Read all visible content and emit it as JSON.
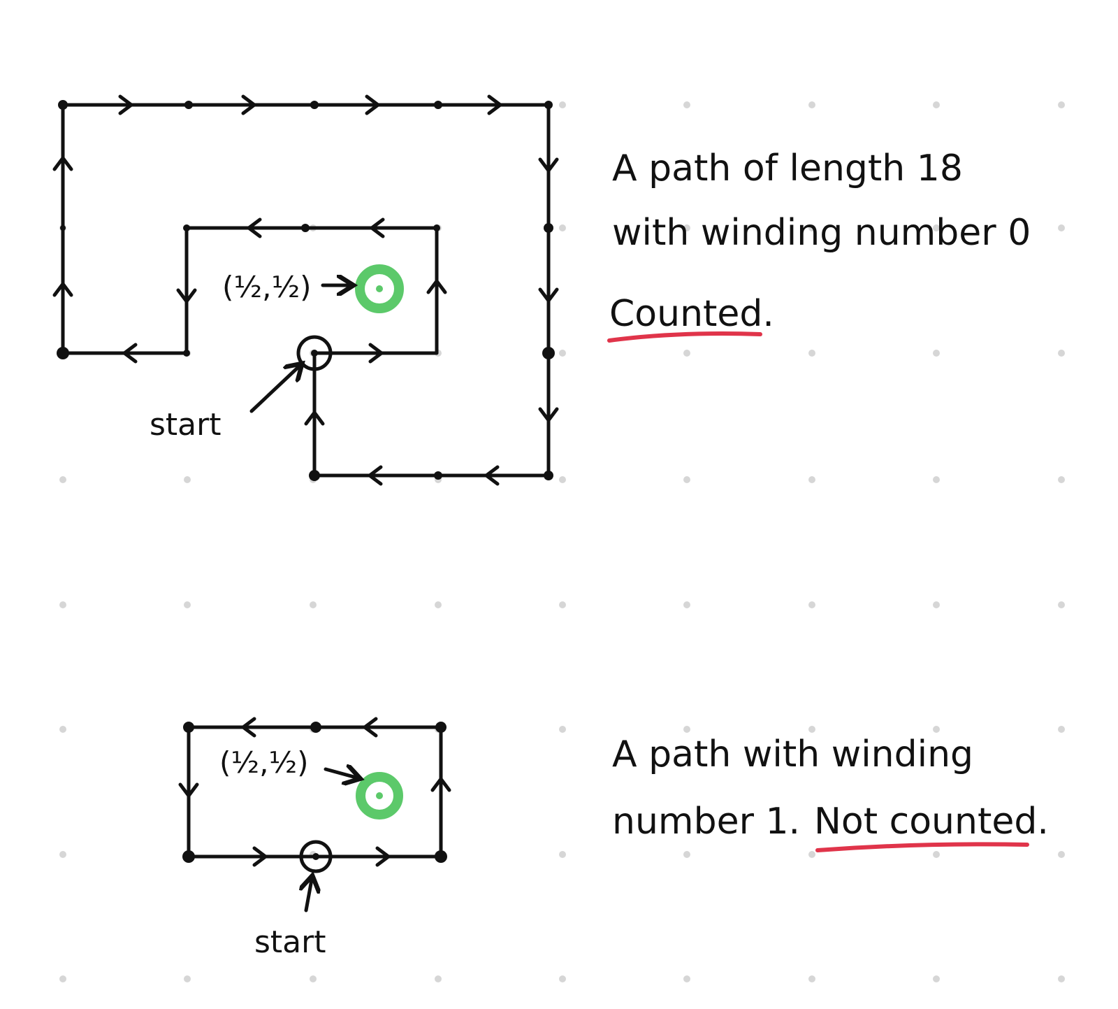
{
  "colors": {
    "ink": "#111111",
    "accent_green": "#5cc96a",
    "underline_red": "#e0344a",
    "grid_dot": "#d6d6d6"
  },
  "top": {
    "coord_label": "(½,½)",
    "start_label": "start",
    "note_line1": "A path of length 18",
    "note_line2": "with winding number 0",
    "verdict": "Counted."
  },
  "bottom": {
    "coord_label": "(½,½)",
    "start_label": "start",
    "note_line1": "A path with winding",
    "note_line2_prefix": "number 1.",
    "verdict": "Not counted."
  }
}
